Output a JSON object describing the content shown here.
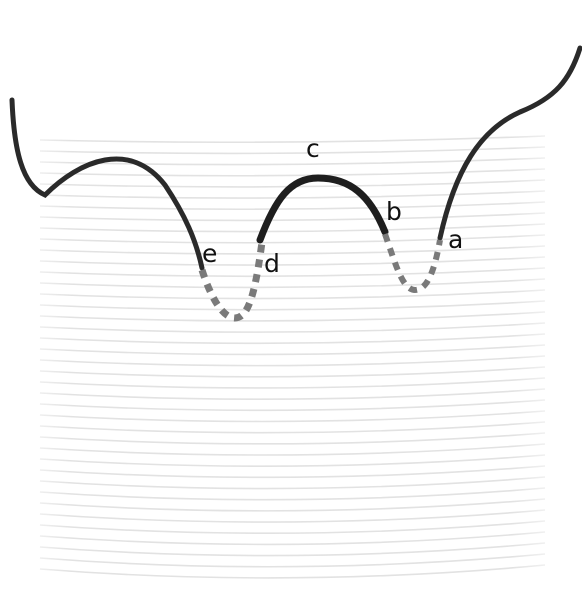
{
  "labels": {
    "a": "a",
    "b": "b",
    "c": "c",
    "d": "d",
    "e": "e"
  },
  "colors": {
    "solid_curve": "#2a2a2a",
    "dashed_curve": "#7a7a7a",
    "background_lines": "#e2e2e2",
    "background": "#ffffff"
  }
}
